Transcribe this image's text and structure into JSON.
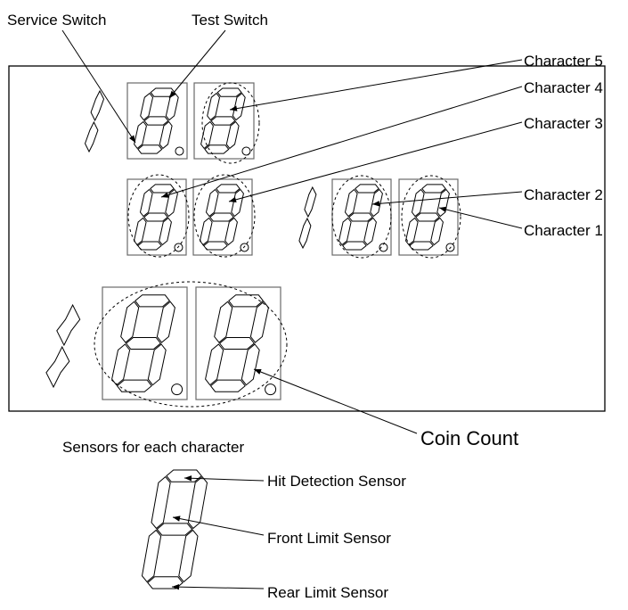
{
  "labels": {
    "service_switch": "Service Switch",
    "test_switch": "Test Switch",
    "character_5": "Character 5",
    "character_4": "Character 4",
    "character_3": "Character 3",
    "character_2": "Character 2",
    "character_1": "Character 1",
    "coin_count": "Coin Count",
    "legend_title": "Sensors for each character",
    "hit_detection_sensor": "Hit Detection Sensor",
    "front_limit_sensor": "Front Limit Sensor",
    "rear_limit_sensor": "Rear Limit Sensor"
  },
  "colors": {
    "line": "#000000",
    "box": "#6a6a6a",
    "background": "#ffffff"
  }
}
